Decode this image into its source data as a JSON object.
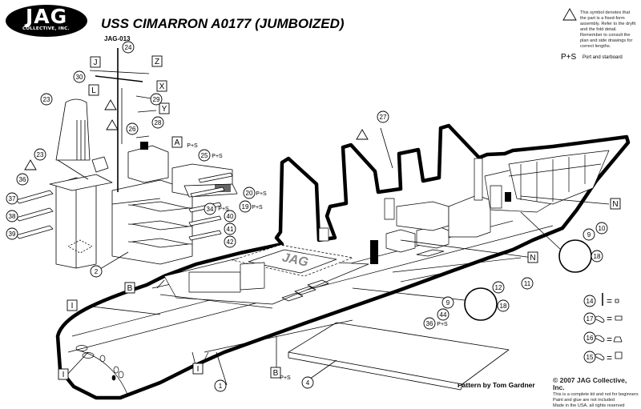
{
  "brand": {
    "logo_main": "JAG",
    "logo_sub": "COLLECTIVE, INC."
  },
  "title": "USS CIMARRON A0177 (JUMBOIZED)",
  "kit_number": "JAG-013",
  "legend": {
    "triangle_note": "This symbol denotes that the part is a fixed-form assembly. Refer to the dryfit and the fold detail. Remember to consult the plan and side drawings for correct lengths.",
    "ps_label": "P+S",
    "ps_note": "Port and starboard"
  },
  "credit": "Pattern by Tom Gardner",
  "copyright": {
    "line1": "© 2007 JAG Collective, Inc.",
    "line2": "This is a complete kit and not for beginners",
    "line3": "Paint and glue are not included",
    "line4": "Made in the USA, all rights reserved"
  },
  "part_callouts": {
    "n1": "1",
    "n2": "2",
    "n4": "4",
    "n9a": "9",
    "n9b": "9",
    "n10": "10",
    "n11": "11",
    "n12": "12",
    "n14": "14",
    "n15": "15",
    "n16": "16",
    "n17": "17",
    "n18a": "18",
    "n18b": "18",
    "n19": "19",
    "n20": "20",
    "n23a": "23",
    "n23b": "23",
    "n24": "24",
    "n25": "25",
    "n26": "26",
    "n27": "27",
    "n28": "28",
    "n29": "29",
    "n30": "30",
    "n34": "34",
    "n36a": "36",
    "n36b": "36",
    "n37": "37",
    "n38": "38",
    "n39": "39",
    "n40": "40",
    "n41": "41",
    "n42": "42",
    "n44": "44"
  },
  "letter_callouts": {
    "A": "A",
    "B1": "B",
    "B2": "B",
    "I1": "I",
    "I2": "I",
    "I3": "I",
    "J": "J",
    "L": "L",
    "N1": "N",
    "N2": "N",
    "X": "X",
    "Y": "Y",
    "Z": "Z"
  },
  "ps_marks": {
    "A": "P+S",
    "B": "P+S",
    "p19": "P+S",
    "p20": "P+S",
    "p25": "P+S",
    "p34": "P+S",
    "p36": "P+S"
  },
  "deck_logo": "JAG"
}
